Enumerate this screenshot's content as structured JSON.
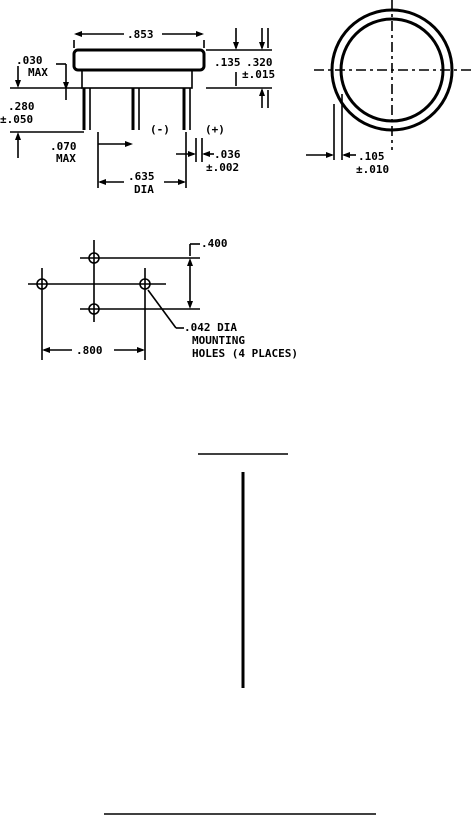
{
  "side_view": {
    "width_dim": ".853",
    "height_dim": ".135",
    "height_tol": ".320",
    "height_tol2": "±.015",
    "top_dim": ".030",
    "top_max": "MAX",
    "lead_len": ".280",
    "lead_tol": "±.050",
    "base_dim": ".070",
    "base_max": "MAX",
    "neg_label": "(-)",
    "pos_label": "(+)",
    "lead_dia": ".036",
    "lead_dia_tol": "±.002",
    "spacing": ".635",
    "spacing_unit": "DIA"
  },
  "top_view": {
    "offset": ".105",
    "offset_tol": "±.010"
  },
  "hole_pattern": {
    "vertical": ".400",
    "horizontal": ".800",
    "note_line1": ".042 DIA",
    "note_line2": "MOUNTING",
    "note_line3": "HOLES (4 PLACES)"
  }
}
